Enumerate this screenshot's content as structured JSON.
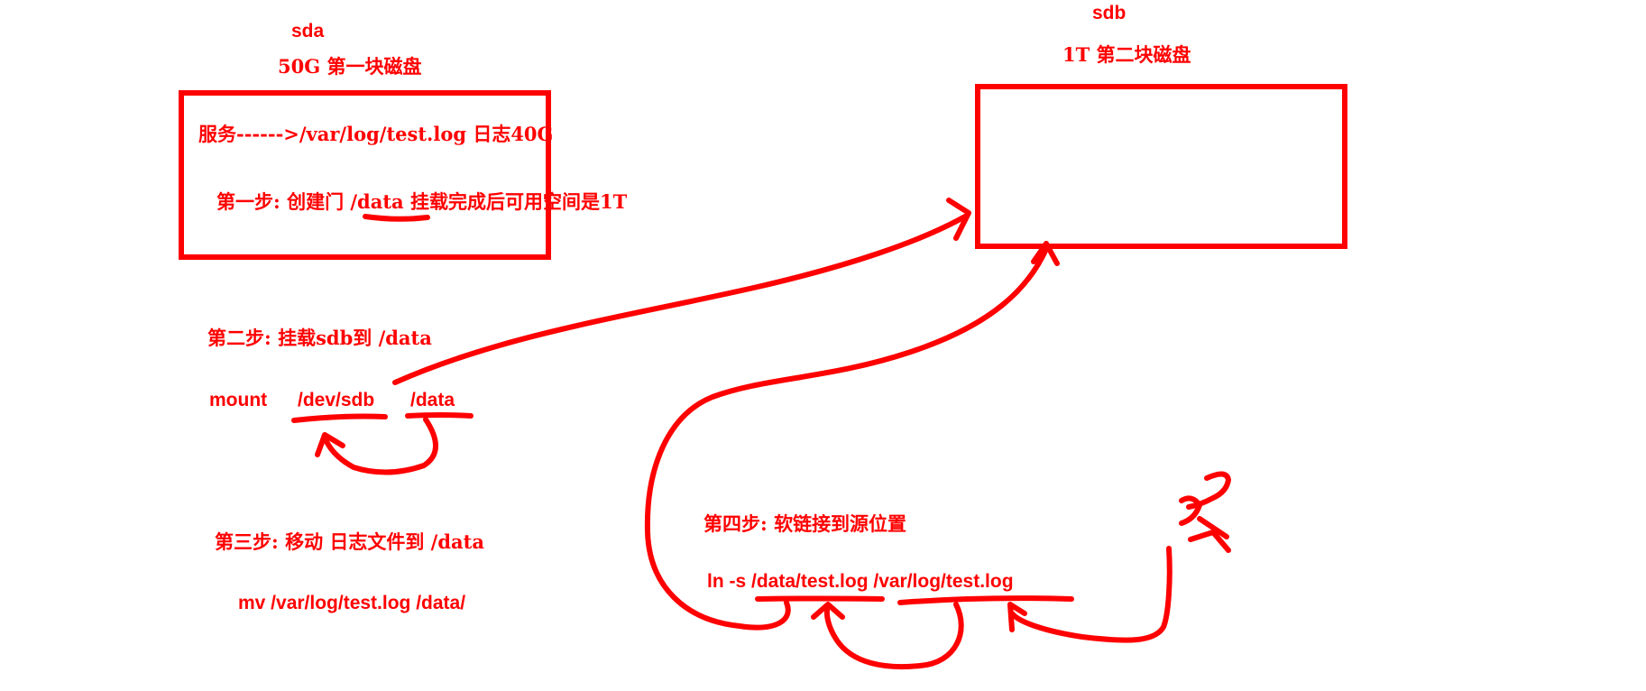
{
  "sda": {
    "name": "sda",
    "caption": "50G 第一块磁盘",
    "service_line": "服务------>/var/log/test.log  日志40G",
    "step1": "第一步: 创建门 /data  挂载完成后可用空间是1T"
  },
  "sdb": {
    "name": "sdb",
    "caption": "1T 第二块磁盘"
  },
  "step2": {
    "title": "第二步: 挂载sdb到 /data",
    "cmd": "mount",
    "arg1": "/dev/sdb",
    "arg2": "/data"
  },
  "step3": {
    "title": "第三步: 移动 日志文件到 /data",
    "cmd": "mv  /var/log/test.log   /data/"
  },
  "step4": {
    "title": "第四步: 软链接到源位置",
    "cmd": "ln -s /data/test.log   /var/log/test.log"
  },
  "ink_color": "#ff0000"
}
